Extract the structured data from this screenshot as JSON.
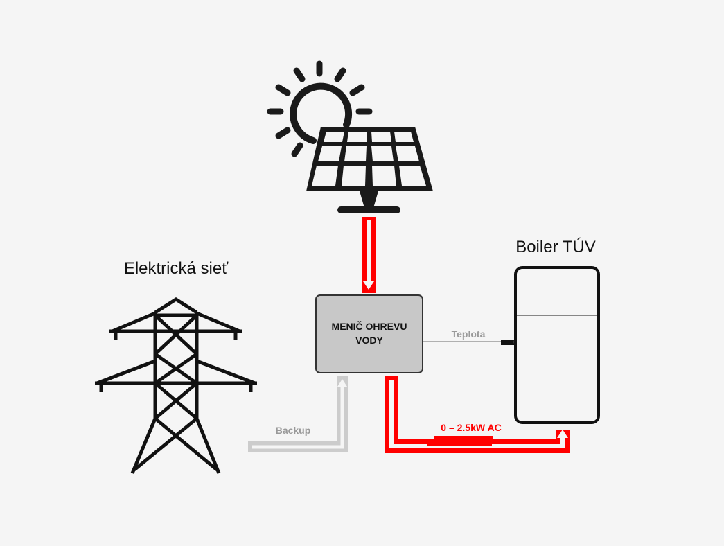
{
  "title": "Solar water heating diagram",
  "nodes": {
    "solar_panel": {
      "icon": "solar-panel-icon",
      "sun_icon": "sun-icon"
    },
    "grid": {
      "label": "Elektrická sieť",
      "icon": "power-pylon-icon"
    },
    "inverter": {
      "line1": "MENIČ OHREVU",
      "line2": "VODY"
    },
    "boiler": {
      "label": "Boiler TÚV",
      "icon": "water-tank-icon"
    }
  },
  "connections": {
    "temperature": {
      "label": "Teplota"
    },
    "backup": {
      "label": "Backup"
    },
    "power_out": {
      "label": "0 – 2.5kW AC"
    }
  },
  "colors": {
    "power": "#ff0000",
    "backup": "#cccccc",
    "inverter_fill": "#c8c8c8",
    "outline": "#111111",
    "background": "#f5f5f5"
  }
}
